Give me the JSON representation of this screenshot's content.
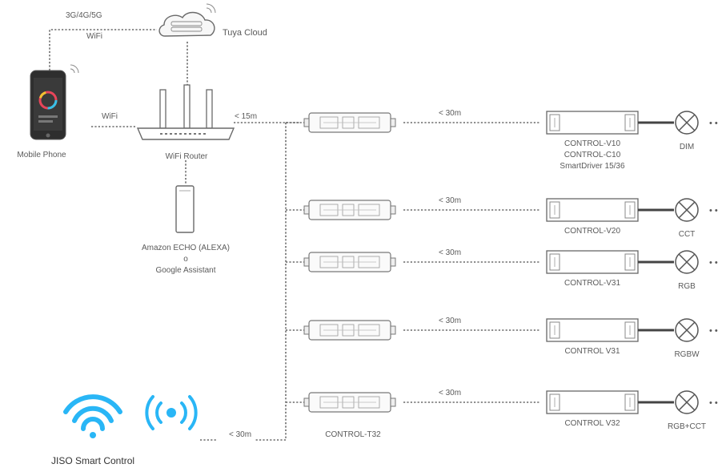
{
  "cloud": {
    "network_label": "3G/4G/5G",
    "wifi_label": "WiFi",
    "cloud_label": "Tuya Cloud"
  },
  "phone": {
    "label": "Mobile Phone",
    "link_label": "WiFi"
  },
  "router": {
    "label": "WiFi Router",
    "range_label": "< 15m"
  },
  "assistant": {
    "line1": "Amazon ECHO (ALEXA)",
    "line2": "o",
    "line3": "Google Assistant"
  },
  "rows": [
    {
      "distance": "< 30m",
      "controller_lines": [
        "CONTROL-V10",
        "CONTROL-C10",
        "SmartDriver 15/36"
      ],
      "lamp_label": "DIM",
      "dots": "• •"
    },
    {
      "distance": "< 30m",
      "controller_lines": [
        "CONTROL-V20"
      ],
      "lamp_label": "CCT",
      "dots": "• •"
    },
    {
      "distance": "< 30m",
      "controller_lines": [
        "CONTROL-V31"
      ],
      "lamp_label": "RGB",
      "dots": "• •"
    },
    {
      "distance": "< 30m",
      "controller_lines": [
        "CONTROL V31"
      ],
      "lamp_label": "RGBW",
      "dots": "• •"
    },
    {
      "distance": "< 30m",
      "controller_lines": [
        "CONTROL V32"
      ],
      "lamp_label": "RGB+CCT",
      "dots": "• •"
    }
  ],
  "remote": {
    "label": "CONTROL-T32",
    "range_label": "< 30m"
  },
  "brand": {
    "label": "JISO Smart Control",
    "wifi_color": "#29b6f6"
  }
}
